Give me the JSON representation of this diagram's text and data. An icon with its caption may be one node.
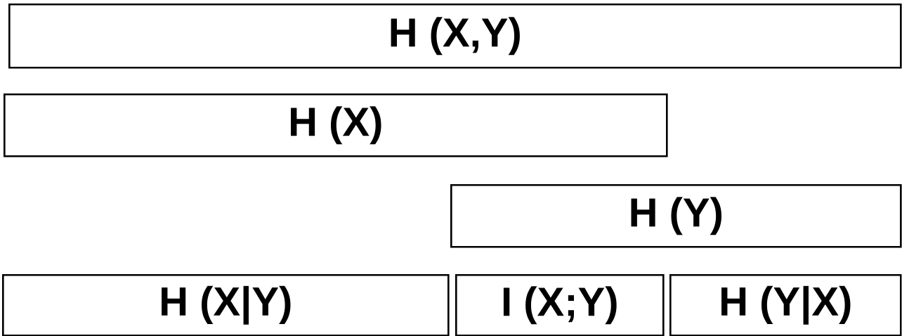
{
  "diagram": {
    "nodes": [
      {
        "text": [
          "H (X,Y)"
        ]
      },
      {
        "text": [
          "H (X)"
        ]
      },
      {
        "text": [
          "H (Y)"
        ]
      },
      {
        "text": [
          "H (X|Y)"
        ]
      },
      {
        "text": [
          "I (X;Y)"
        ]
      },
      {
        "text": [
          "H (Y|X)"
        ]
      }
    ]
  }
}
